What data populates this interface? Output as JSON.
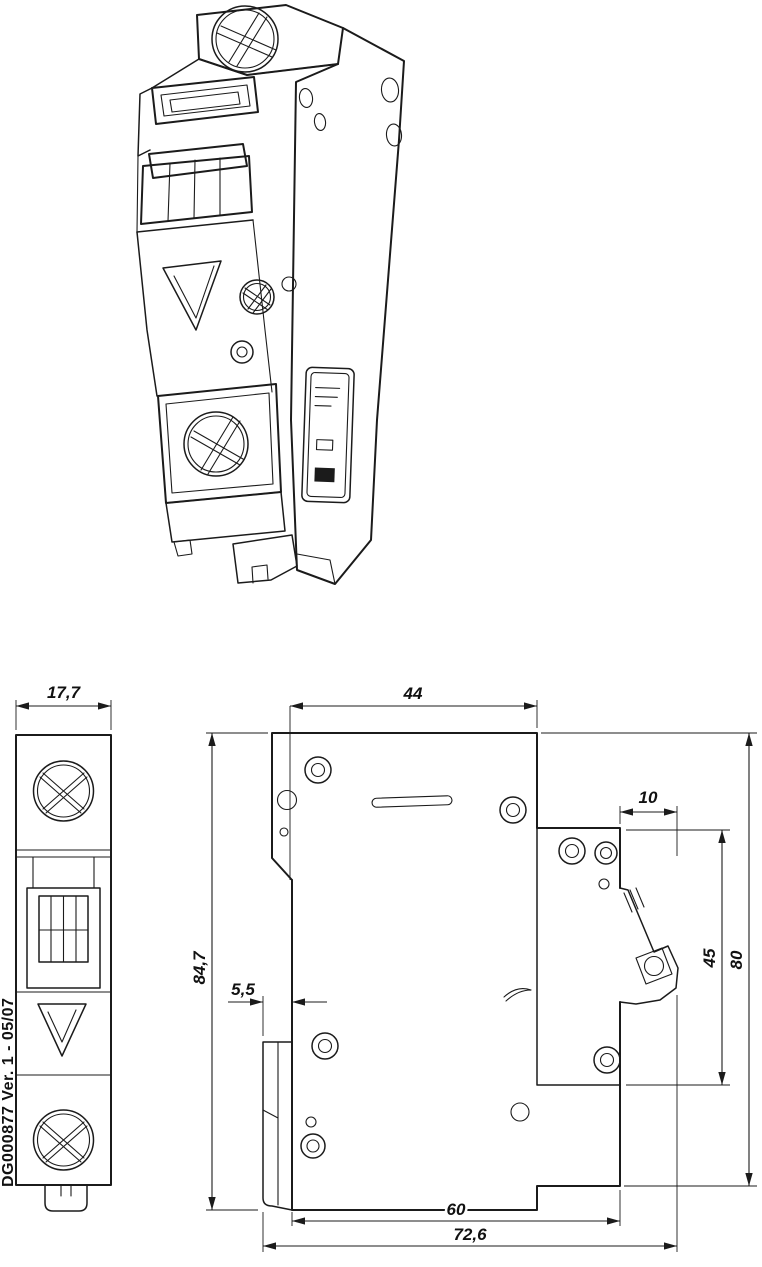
{
  "drawing": {
    "number": "DG000877 Ver. 1 - 05/07",
    "line_color": "#1b1b1b",
    "background": "#ffffff"
  },
  "dimensions": {
    "front_width_mm": "17,7",
    "top_depth_mm": "44",
    "clip_extension_mm": "10",
    "overall_height_mm": "84,7",
    "claw_offset_mm": "5,5",
    "din_height_mm": "45",
    "rear_height_mm": "80",
    "body_depth_mm": "60",
    "overall_depth_mm": "72,6"
  }
}
